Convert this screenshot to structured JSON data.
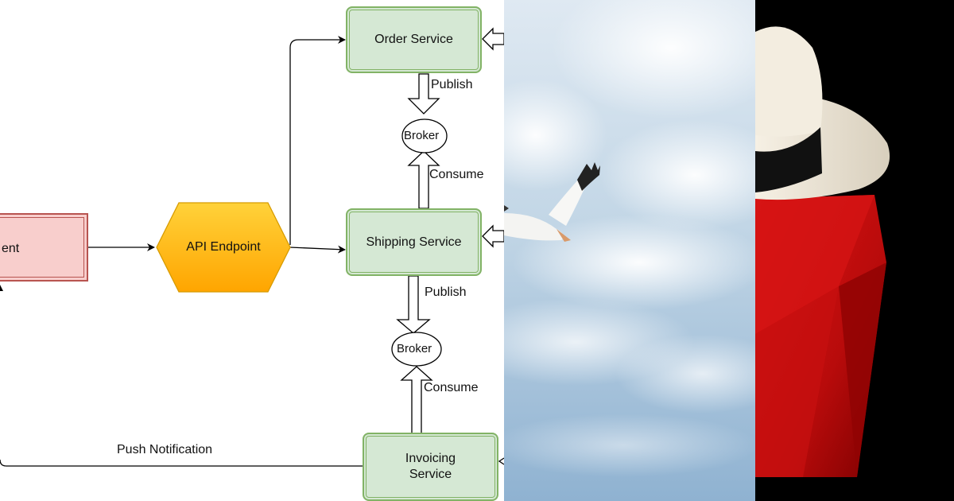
{
  "diagram": {
    "client_label": "ent",
    "api_endpoint_label": "API Endpoint",
    "order_service_label": "Order Service",
    "shipping_service_label": "Shipping Service",
    "invoicing_service_label_line1": "Invoicing",
    "invoicing_service_label_line2": "Service",
    "broker_top_label": "Broker",
    "broker_bottom_label": "Broker",
    "publish_top_label": "Publish",
    "consume_top_label": "Consume",
    "publish_bottom_label": "Publish",
    "consume_bottom_label": "Consume",
    "push_notification_label": "Push Notification",
    "colors": {
      "service_fill": "#d5e8d4",
      "service_stroke": "#82b366",
      "client_fill": "#f8cecc",
      "client_stroke": "#b85450",
      "api_fill": "#ffcd28",
      "api_stroke": "#d79b00"
    }
  },
  "images": {
    "sky_panel": "sky with flying pelican",
    "hat_panel": "white fedora with red hat logo on black background"
  }
}
